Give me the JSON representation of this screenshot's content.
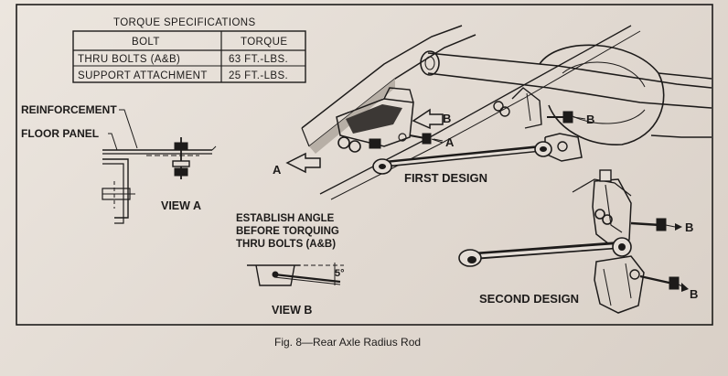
{
  "torque_table": {
    "title": "TORQUE SPECIFICATIONS",
    "headers": [
      "BOLT",
      "TORQUE"
    ],
    "rows": [
      {
        "bolt": "THRU BOLTS (A&B)",
        "torque": "63 FT.-LBS."
      },
      {
        "bolt": "SUPPORT ATTACHMENT",
        "torque": "25 FT.-LBS."
      }
    ]
  },
  "view_a": {
    "label": "VIEW A",
    "reinforcement": "REINFORCEMENT",
    "floor_panel": "FLOOR PANEL"
  },
  "view_b": {
    "label": "VIEW B",
    "instruction_lines": [
      "ESTABLISH ANGLE",
      "BEFORE TORQUING",
      "THRU BOLTS (A&B)"
    ],
    "angle": "5°"
  },
  "callouts": {
    "a": "A",
    "b": "B",
    "first_design": "FIRST DESIGN",
    "second_design": "SECOND DESIGN"
  },
  "caption": "Fig. 8—Rear Axle Radius Rod",
  "colors": {
    "paper": "#e4ddd6",
    "ink": "#1d1b1a"
  }
}
